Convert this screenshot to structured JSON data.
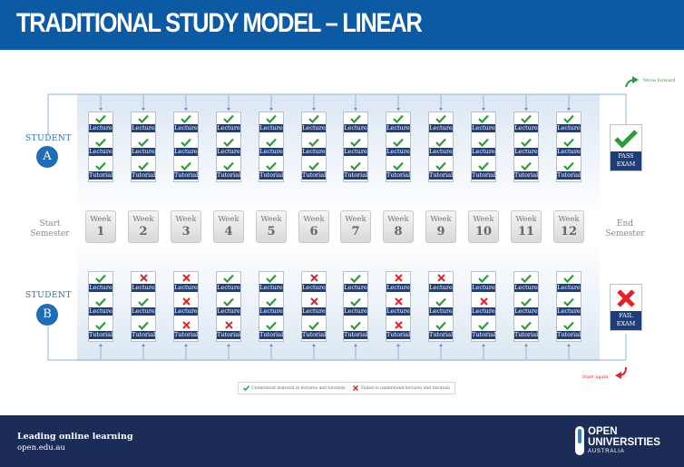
{
  "header": {
    "title": "TRADITIONAL STUDY MODEL – LINEAR",
    "bg": "#0c5aa3"
  },
  "students": {
    "a": {
      "label": "STUDENT",
      "letter": "A",
      "result": {
        "line1": "PASS",
        "line2": "EXAM",
        "icon": "check-icon"
      },
      "row_labels": [
        "Lecture",
        "Lecture",
        "Tutorial"
      ],
      "weeks": [
        [
          "pass",
          "pass",
          "pass"
        ],
        [
          "pass",
          "pass",
          "pass"
        ],
        [
          "pass",
          "pass",
          "pass"
        ],
        [
          "pass",
          "pass",
          "pass"
        ],
        [
          "pass",
          "pass",
          "pass"
        ],
        [
          "pass",
          "pass",
          "pass"
        ],
        [
          "pass",
          "pass",
          "pass"
        ],
        [
          "pass",
          "pass",
          "pass"
        ],
        [
          "pass",
          "pass",
          "pass"
        ],
        [
          "pass",
          "pass",
          "pass"
        ],
        [
          "pass",
          "pass",
          "pass"
        ],
        [
          "pass",
          "pass",
          "pass"
        ]
      ]
    },
    "b": {
      "label": "STUDENT",
      "letter": "B",
      "result": {
        "line1": "FAIL",
        "line2": "EXAM",
        "icon": "cross-icon"
      },
      "row_labels": [
        "Lecture",
        "Lecture",
        "Tutorial"
      ],
      "weeks": [
        [
          "pass",
          "pass",
          "pass"
        ],
        [
          "fail",
          "pass",
          "pass"
        ],
        [
          "fail",
          "fail",
          "fail"
        ],
        [
          "pass",
          "pass",
          "fail"
        ],
        [
          "pass",
          "pass",
          "pass"
        ],
        [
          "fail",
          "fail",
          "pass"
        ],
        [
          "pass",
          "pass",
          "pass"
        ],
        [
          "fail",
          "fail",
          "fail"
        ],
        [
          "fail",
          "pass",
          "pass"
        ],
        [
          "pass",
          "fail",
          "pass"
        ],
        [
          "pass",
          "pass",
          "pass"
        ],
        [
          "pass",
          "pass",
          "pass"
        ]
      ]
    }
  },
  "timeline": {
    "week_label": "Week",
    "weeks": [
      "1",
      "2",
      "3",
      "4",
      "5",
      "6",
      "7",
      "8",
      "9",
      "10",
      "11",
      "12"
    ],
    "start": {
      "line1": "Start",
      "line2": "Semester"
    },
    "end": {
      "line1": "End",
      "line2": "Semester"
    }
  },
  "legend": {
    "understood": "Understood material in lectures and tutorials",
    "failed": "Failed to understand lectures and tutorials"
  },
  "notes": {
    "move_forward": "Move forward",
    "start_again": "Start again"
  },
  "footer": {
    "line1": "Leading online learning",
    "line2": "open.edu.au",
    "bg": "#1b2d57"
  },
  "logo": {
    "line1": "OPEN",
    "line2": "UNIVERSITIES",
    "line3": "AUSTRALIA"
  },
  "colors": {
    "pass": "#2e9a3c",
    "fail": "#e2232a",
    "navy": "#1f3d78",
    "blue": "#1f6fb8"
  }
}
